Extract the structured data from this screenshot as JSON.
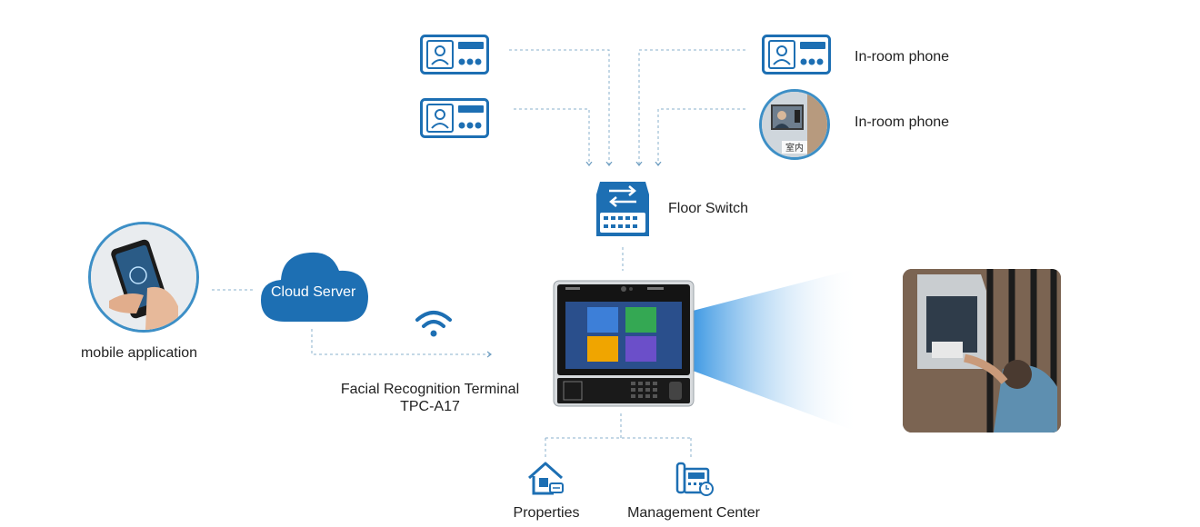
{
  "colors": {
    "primary": "#1d6fb3",
    "line": "#8ab0cc",
    "accent": "#3d8fc6"
  },
  "nodes": {
    "in_room_phone_1": {
      "label": "In-room phone",
      "icon": "intercom-panel-icon"
    },
    "in_room_phone_2": {
      "label": "In-room phone",
      "icon": "indoor-monitor-photo"
    },
    "monitor_photo_caption": "室内",
    "floor_switch": {
      "label": "Floor Switch",
      "icon": "network-switch-icon"
    },
    "cloud_server": {
      "label": "Cloud Server",
      "icon": "cloud-icon"
    },
    "mobile_app": {
      "label": "mobile application",
      "icon": "smartphone-photo"
    },
    "terminal": {
      "label_line1": "Facial Recognition Terminal",
      "label_line2": "TPC-A17",
      "icon": "terminal-device"
    },
    "properties": {
      "label": "Properties",
      "icon": "house-icon"
    },
    "management_center": {
      "label": "Management Center",
      "icon": "desk-phone-icon"
    },
    "wifi": {
      "icon": "wifi-icon"
    }
  }
}
